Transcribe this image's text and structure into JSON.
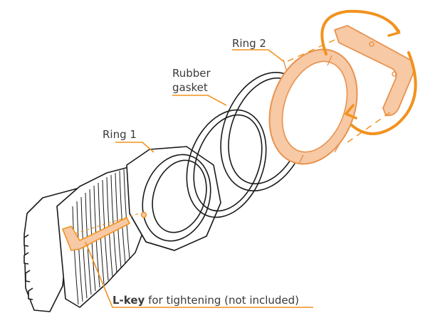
{
  "labels": {
    "ring2": "Ring 2",
    "gasket_line1": "Rubber",
    "gasket_line2": "gasket",
    "ring1": "Ring 1",
    "lkey_bold": "L-key",
    "lkey_rest": " for tightening (not included)"
  },
  "colors": {
    "outline": "#1a1a1a",
    "accent": "#f2921e",
    "ring2_fill": "#f7c9a5",
    "ring2_stroke": "#e8924e",
    "text": "#3a3a3a"
  },
  "icons": {
    "rotation": "clockwise-rotation-arrow-icon"
  }
}
